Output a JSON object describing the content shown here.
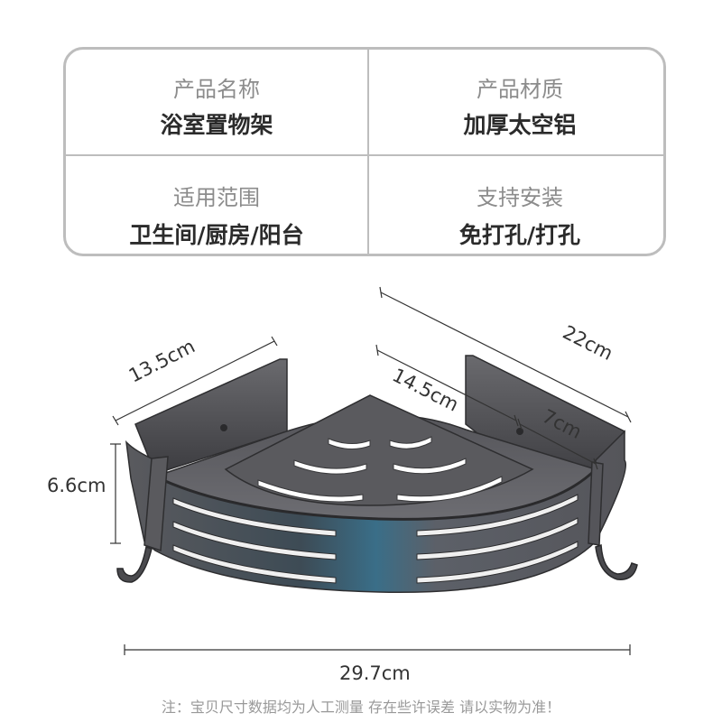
{
  "specs": {
    "name_label": "产品名称",
    "name_value": "浴室置物架",
    "material_label": "产品材质",
    "material_value": "加厚太空铝",
    "scope_label": "适用范围",
    "scope_value": "卫生间/厨房/阳台",
    "install_label": "支持安装",
    "install_value": "免打孔/打孔"
  },
  "dimensions": {
    "back_width": "13.5cm",
    "side_length": "22cm",
    "inner_depth": "14.5cm",
    "hole_spacing": "7cm",
    "height": "6.6cm",
    "total_width": "29.7cm"
  },
  "note": "注：宝贝尺寸数据均为人工测量 存在些许误差 请以实物为准！",
  "colors": {
    "table_border": "#bdbdbd",
    "shelf_metal": "#4e4e52",
    "accent_gradient": "#3a6e88"
  }
}
